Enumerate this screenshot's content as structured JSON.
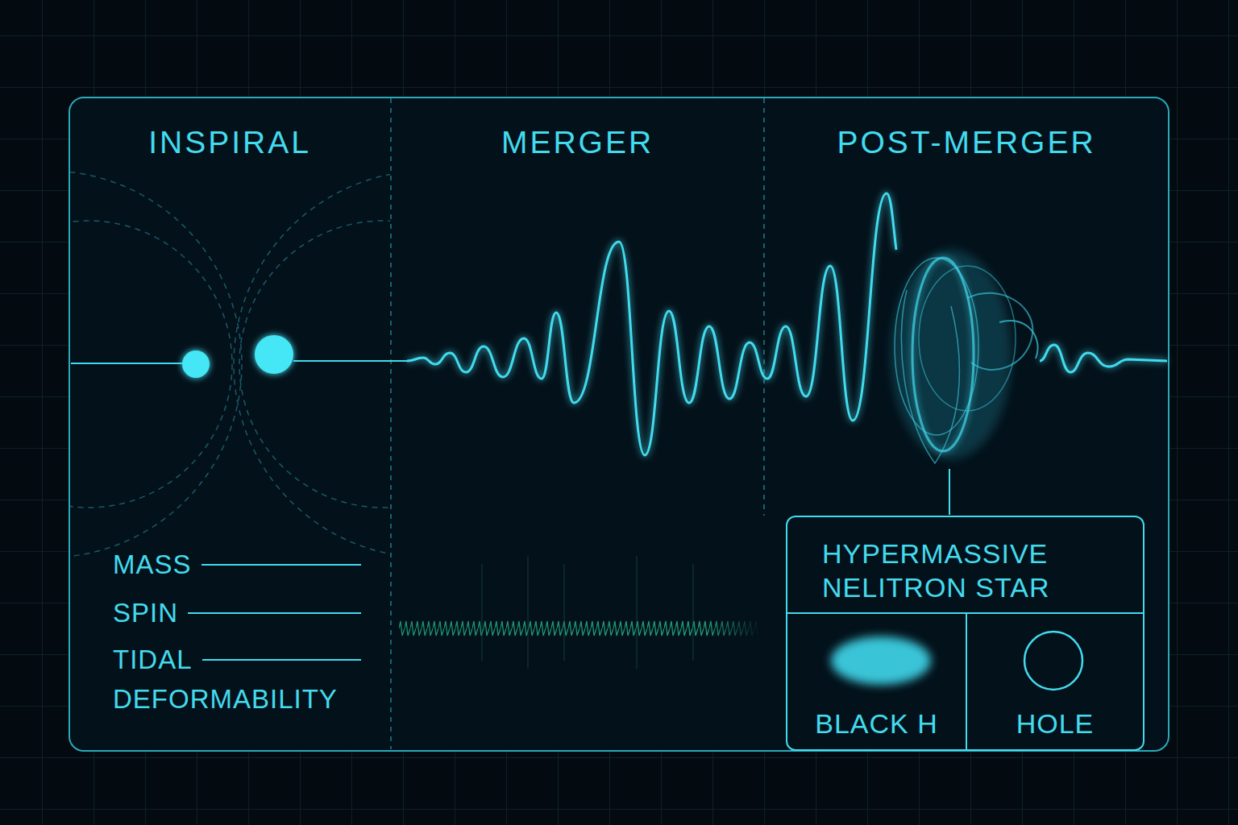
{
  "diagram": {
    "nodes": [
      {
        "text": [
          "INSPIRAL"
        ]
      },
      {
        "text": [
          "MERGER"
        ]
      },
      {
        "text": [
          "POST-MERGER"
        ]
      },
      {
        "text": [
          "HYPERMASSIVE NELITRON STAR"
        ],
        "in": 2
      },
      {
        "text": [
          "BLACK H"
        ],
        "in": 3
      },
      {
        "text": [
          "HOLE"
        ],
        "in": 3
      }
    ],
    "labels": [
      "MASS",
      "SPIN",
      "TIDAL",
      "DEFORMABILITY"
    ]
  }
}
